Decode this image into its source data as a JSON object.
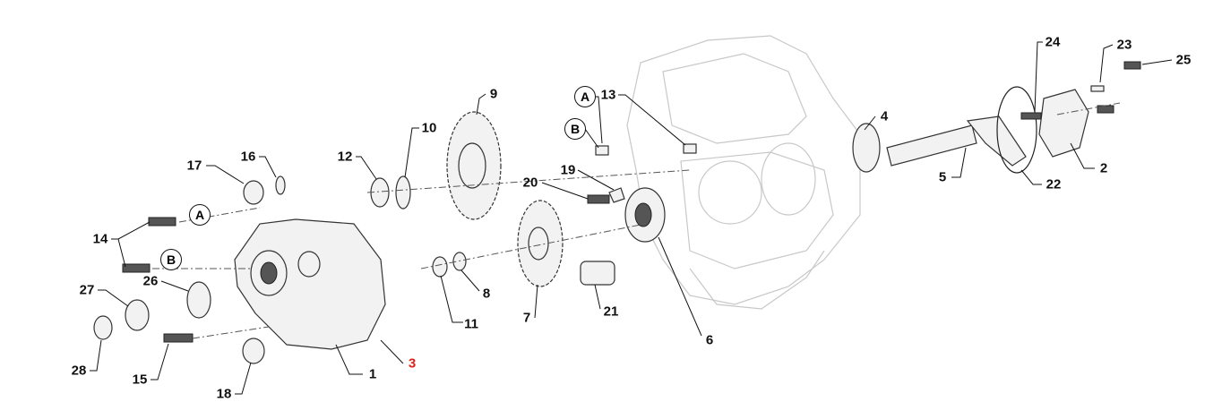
{
  "callouts": {
    "c1": "1",
    "c2": "2",
    "c3": "3",
    "c4": "4",
    "c5": "5",
    "c6": "6",
    "c7": "7",
    "c8": "8",
    "c9": "9",
    "c10": "10",
    "c11": "11",
    "c12": "12",
    "c13": "13",
    "c14": "14",
    "c15": "15",
    "c16": "16",
    "c17": "17",
    "c18": "18",
    "c19": "19",
    "c20": "20",
    "c21": "21",
    "c22": "22",
    "c23": "23",
    "c24": "24",
    "c25": "25",
    "c26": "26",
    "c27": "27",
    "c28": "28"
  },
  "refs": {
    "a": "A",
    "b": "B"
  },
  "colors": {
    "highlight": "#e0201b",
    "line": "#111111",
    "ghost": "#c8c8c8"
  }
}
